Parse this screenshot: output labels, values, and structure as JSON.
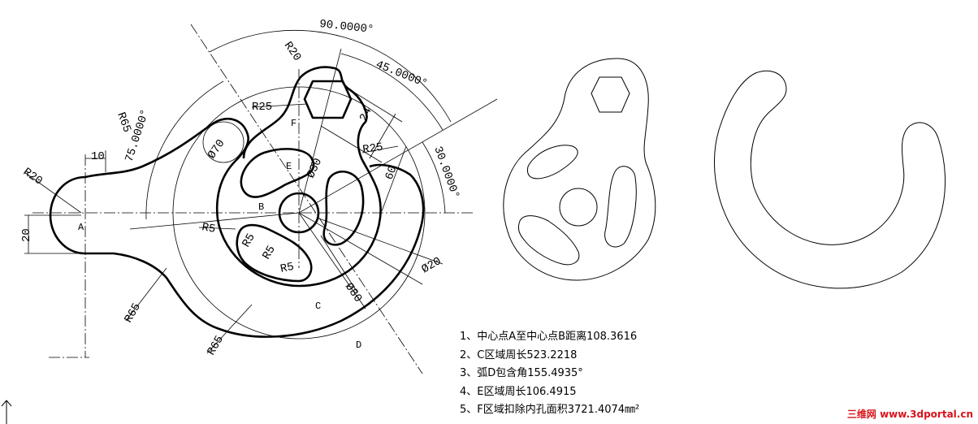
{
  "dimensions": {
    "angle_90": "90.0000°",
    "angle_45": "45.0000°",
    "angle_75": "75.0000°",
    "angle_30": "30.0000°",
    "r20_top": "R20",
    "r25_left": "R25",
    "r25_right": "R25",
    "r65_left": "R65",
    "r65_bottom": "R65",
    "r65_lower": "R65",
    "r20_left": "R20",
    "d70": "Ø70",
    "d30": "Ø30",
    "d80": "Ø80",
    "d20": "Ø20",
    "r5_a": "R5",
    "r5_b": "R5",
    "r5_c": "R5",
    "r5_d": "R5",
    "len_10": "10",
    "len_20": "20",
    "len_24": "24",
    "len_60": "60"
  },
  "labels": {
    "A": "A",
    "B": "B",
    "C": "C",
    "D": "D",
    "E": "E",
    "F": "F"
  },
  "notes": [
    "1、中心点A至中心点B距离108.3616",
    "2、C区域周长523.2218",
    "3、弧D包含角155.4935°",
    "4、E区域周长106.4915",
    "5、F区域扣除内孔面积3721.4074㎜²"
  ],
  "watermark": {
    "brand": "三维网",
    "site": "www.3dportal.cn"
  }
}
